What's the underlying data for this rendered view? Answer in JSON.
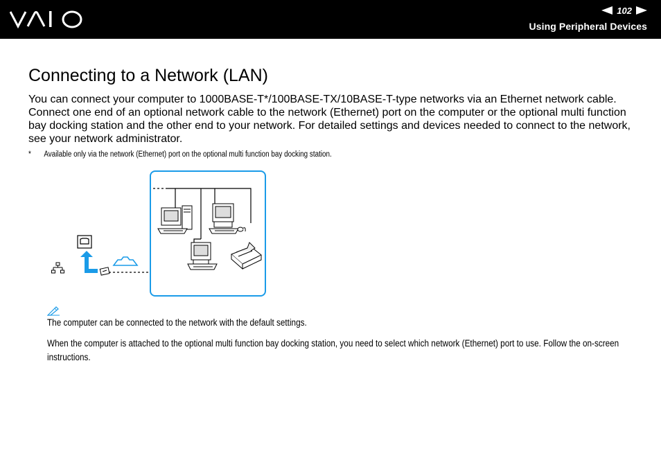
{
  "header": {
    "logo_icon": "vaio-logo-icon",
    "page_number": "102",
    "prev_icon": "arrow-left-icon",
    "next_icon": "arrow-right-icon",
    "section": "Using Peripheral Devices"
  },
  "content": {
    "title": "Connecting to a Network (LAN)",
    "paragraph": "You can connect your computer to 1000BASE-T*/100BASE-TX/10BASE-T-type networks via an Ethernet network cable. Connect one end of an optional network cable to the network (Ethernet) port on the computer or the optional multi function bay docking station and the other end to your network. For detailed settings and devices needed to connect to the network, see your network administrator.",
    "footnote_mark": "*",
    "footnote": "Available only via the network (Ethernet) port on the optional multi function bay docking station.",
    "note_icon": "pencil-note-icon",
    "note_1": "The computer can be connected to the network with the default settings.",
    "note_2": "When the computer is attached to the optional multi function bay docking station, you need to select which network (Ethernet) port to use. Follow the on-screen instructions."
  },
  "colors": {
    "header_bg": "#000000",
    "accent_blue": "#1a9be8"
  }
}
